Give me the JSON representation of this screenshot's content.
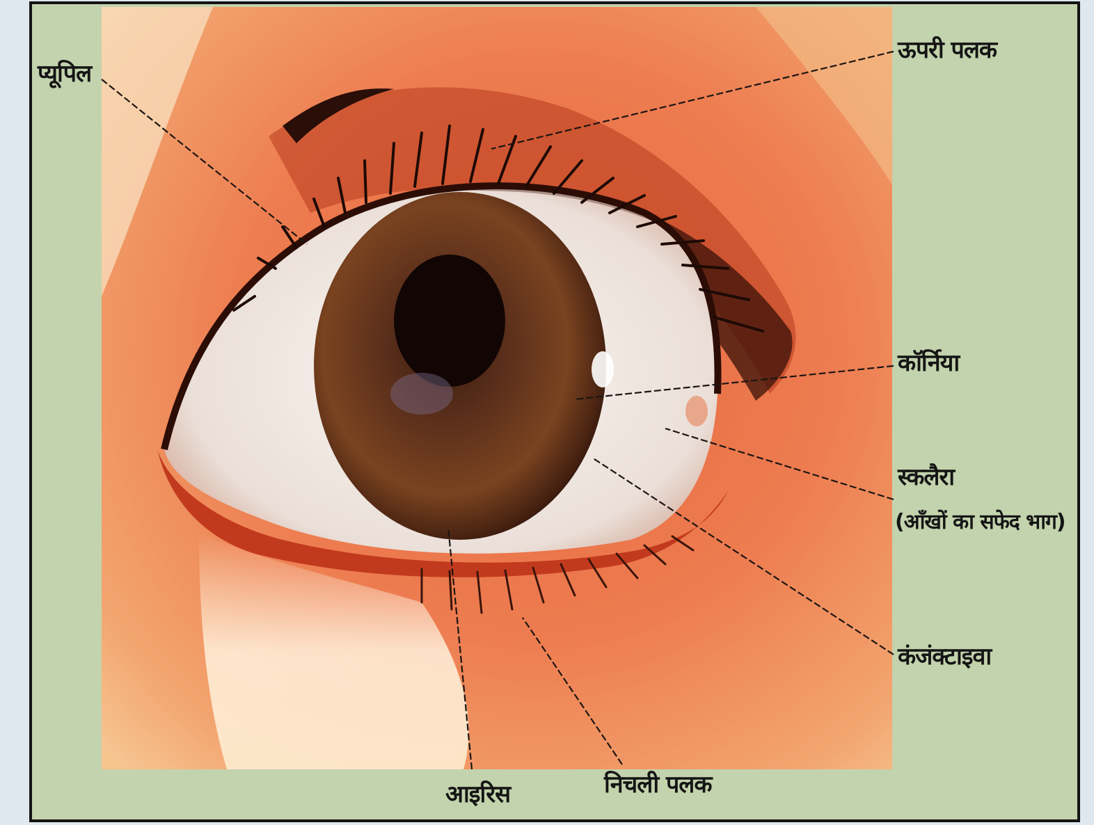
{
  "diagram": {
    "subject_icon": "eye-illustration",
    "colors": {
      "background": "#c3d3ad",
      "frame_border": "#141414",
      "skin": "#e7643e",
      "iris": "#5a2a14",
      "pupil": "#120604",
      "sclera": "#f3ece6",
      "leader_lines": "#1c1512"
    },
    "labels": {
      "pupil": "प्यूपिल",
      "upper_eyelid": "ऊपरी पलक",
      "cornea": "कॉर्निया",
      "sclera": "स्कलैरा",
      "sclera_note": "(आँखों का सफेद भाग)",
      "conjunctiva": "कंजंक्टाइवा",
      "iris": "आइरिस",
      "lower_eyelid": "निचली पलक"
    }
  }
}
